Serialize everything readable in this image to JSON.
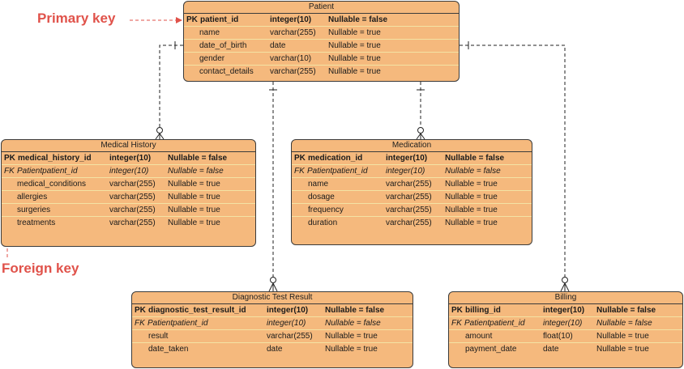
{
  "annotations": {
    "primary_key": "Primary key",
    "foreign_key": "Foreign key"
  },
  "colors": {
    "entity_fill": "#f5b97d",
    "entity_border": "#3b3b3b",
    "annotation": "#e0524a",
    "row_separator": "#f4e3a4"
  },
  "entities": {
    "patient": {
      "name": "Patient",
      "rows": [
        {
          "key": "PK",
          "field": "patient_id",
          "type": "integer(10)",
          "null": "Nullable = false"
        },
        {
          "key": "",
          "field": "name",
          "type": "varchar(255)",
          "null": "Nullable = true"
        },
        {
          "key": "",
          "field": "date_of_birth",
          "type": "date",
          "null": "Nullable = true"
        },
        {
          "key": "",
          "field": "gender",
          "type": "varchar(10)",
          "null": "Nullable = true"
        },
        {
          "key": "",
          "field": "contact_details",
          "type": "varchar(255)",
          "null": "Nullable = true"
        }
      ]
    },
    "medical_history": {
      "name": "Medical History",
      "rows": [
        {
          "key": "PK",
          "field": "medical_history_id",
          "type": "integer(10)",
          "null": "Nullable = false"
        },
        {
          "key": "FK",
          "field": "Patientpatient_id",
          "type": "integer(10)",
          "null": "Nullable = false"
        },
        {
          "key": "",
          "field": "medical_conditions",
          "type": "varchar(255)",
          "null": "Nullable = true"
        },
        {
          "key": "",
          "field": "allergies",
          "type": "varchar(255)",
          "null": "Nullable = true"
        },
        {
          "key": "",
          "field": "surgeries",
          "type": "varchar(255)",
          "null": "Nullable = true"
        },
        {
          "key": "",
          "field": "treatments",
          "type": "varchar(255)",
          "null": "Nullable = true"
        }
      ]
    },
    "medication": {
      "name": "Medication",
      "rows": [
        {
          "key": "PK",
          "field": "medication_id",
          "type": "integer(10)",
          "null": "Nullable = false"
        },
        {
          "key": "FK",
          "field": "Patientpatient_id",
          "type": "integer(10)",
          "null": "Nullable = false"
        },
        {
          "key": "",
          "field": "name",
          "type": "varchar(255)",
          "null": "Nullable = true"
        },
        {
          "key": "",
          "field": "dosage",
          "type": "varchar(255)",
          "null": "Nullable = true"
        },
        {
          "key": "",
          "field": "frequency",
          "type": "varchar(255)",
          "null": "Nullable = true"
        },
        {
          "key": "",
          "field": "duration",
          "type": "varchar(255)",
          "null": "Nullable = true"
        }
      ]
    },
    "diagnostic_test_result": {
      "name": "Diagnostic Test Result",
      "rows": [
        {
          "key": "PK",
          "field": "diagnostic_test_result_id",
          "type": "integer(10)",
          "null": "Nullable = false"
        },
        {
          "key": "FK",
          "field": "Patientpatient_id",
          "type": "integer(10)",
          "null": "Nullable = false"
        },
        {
          "key": "",
          "field": "result",
          "type": "varchar(255)",
          "null": "Nullable = true"
        },
        {
          "key": "",
          "field": "date_taken",
          "type": "date",
          "null": "Nullable = true"
        }
      ]
    },
    "billing": {
      "name": "Billing",
      "rows": [
        {
          "key": "PK",
          "field": "billing_id",
          "type": "integer(10)",
          "null": "Nullable = false"
        },
        {
          "key": "FK",
          "field": "Patientpatient_id",
          "type": "integer(10)",
          "null": "Nullable = false"
        },
        {
          "key": "",
          "field": "amount",
          "type": "float(10)",
          "null": "Nullable = true"
        },
        {
          "key": "",
          "field": "payment_date",
          "type": "date",
          "null": "Nullable = true"
        }
      ]
    }
  }
}
